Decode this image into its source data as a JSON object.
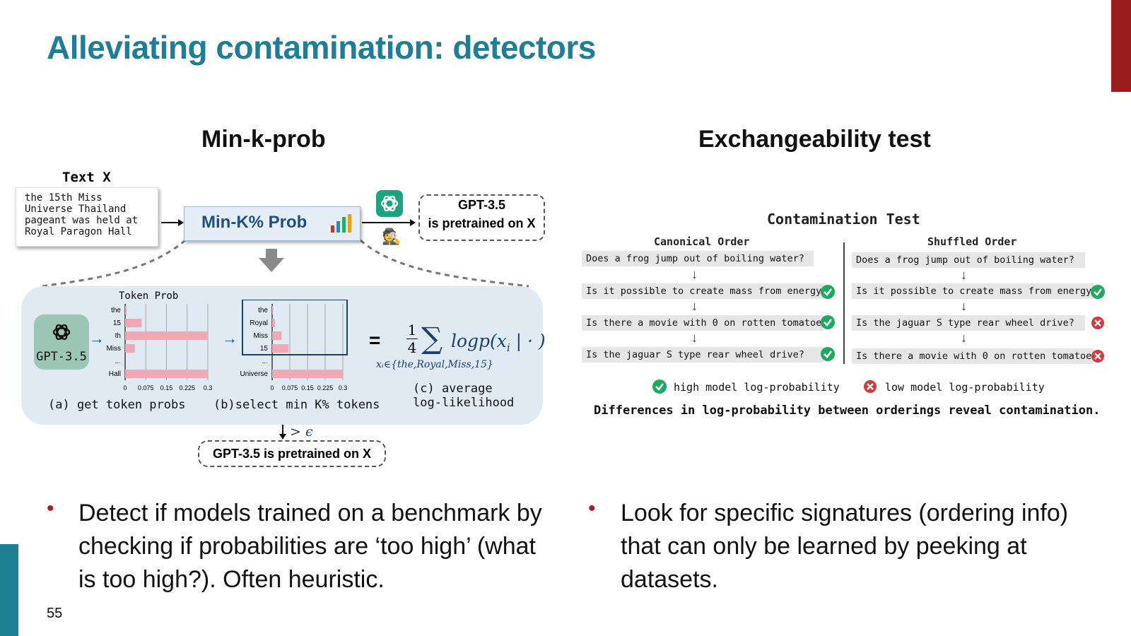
{
  "slide": {
    "title": "Alleviating contamination: detectors",
    "page_number": "55"
  },
  "left": {
    "heading": "Min-k-prob",
    "text_label": "Text X",
    "text_sample": "the 15th Miss\nUniverse Thailand\npageant was held at\nRoyal Paragon Hall",
    "method_box": "Min-K% Prob",
    "claim_line1": "GPT-3.5",
    "claim_line2": "is pretrained on X",
    "model_label": "GPT-3.5",
    "chart_a": {
      "title": "Token Prob",
      "tokens": [
        "the",
        "15",
        "th",
        "Miss",
        "...",
        "Hall"
      ],
      "values": [
        0.005,
        0.06,
        0.31,
        0.035,
        0,
        0.3
      ],
      "ticks": [
        "0",
        "0.075",
        "0.15",
        "0.225",
        "0.3"
      ],
      "caption": "(a) get token probs"
    },
    "chart_b": {
      "tokens": [
        "the",
        "Royal",
        "Miss",
        "15",
        "...",
        "Universe"
      ],
      "values": [
        0.004,
        0.012,
        0.04,
        0.07,
        0,
        0.3
      ],
      "ticks": [
        "0",
        "0.075",
        "0.15",
        "0.225",
        "0.3"
      ],
      "caption": "(b)select min K% tokens"
    },
    "formula": {
      "equals": "=",
      "numerator": "1",
      "denominator": "4",
      "sigma": "∑",
      "expr": "logp(x",
      "expr_sub": "i",
      "expr_tail": " | · )",
      "subscript": "xᵢ∈{the,Royal,Miss,15}",
      "caption": "(c) average\nlog-likelihood"
    },
    "threshold": "> ϵ",
    "final_claim": "GPT-3.5 is pretrained on X",
    "bullet": "Detect if models trained on a benchmark by checking if probabilities are ‘too high’ (what is too high?). Often heuristic."
  },
  "right": {
    "heading": "Exchangeability test",
    "panel_title": "Contamination Test",
    "canonical": {
      "header": "Canonical Order",
      "items": [
        {
          "text": "Does a frog jump out of boiling water?",
          "mark": "none"
        },
        {
          "text": "Is it possible to create mass from energy?",
          "mark": "high"
        },
        {
          "text": "Is there a movie with 0 on rotten tomatoes?",
          "mark": "high"
        },
        {
          "text": "Is the jaguar S type rear wheel drive?",
          "mark": "high"
        }
      ]
    },
    "shuffled": {
      "header": "Shuffled Order",
      "items": [
        {
          "text": "Does a frog jump out of boiling water?",
          "mark": "none"
        },
        {
          "text": "Is it possible to create mass from energy?",
          "mark": "high"
        },
        {
          "text": "Is the jaguar S type rear wheel drive?",
          "mark": "low"
        },
        {
          "text": "Is there a movie with 0 on rotten tomatoes?",
          "mark": "low"
        }
      ]
    },
    "legend_high": "high model log-probability",
    "legend_low": "low model log-probability",
    "footer": "Differences in log-probability between orderings reveal contamination.",
    "bullet": "Look for specific signatures (ordering info) that can only be learned by peeking at datasets."
  },
  "colors": {
    "title": "#1f7e97",
    "accent_red": "#9b1c1c",
    "accent_teal": "#1e7f94",
    "bar_pink": "#f2a7b5",
    "check_green": "#1eaa5e",
    "cross_red": "#d9363e",
    "panel_blue": "#dfeaf2"
  }
}
